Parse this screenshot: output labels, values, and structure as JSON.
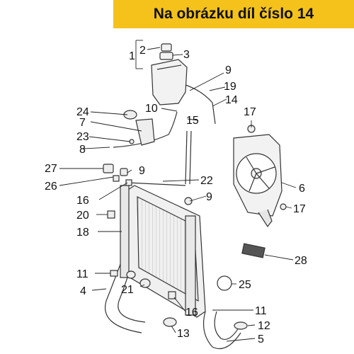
{
  "banner": {
    "text": "Na obrázku díl číslo 14"
  },
  "callouts": [
    {
      "id": "c1",
      "label": "1"
    },
    {
      "id": "c2",
      "label": "2"
    },
    {
      "id": "c3",
      "label": "3"
    },
    {
      "id": "c9a",
      "label": "9"
    },
    {
      "id": "c19",
      "label": "19"
    },
    {
      "id": "c14",
      "label": "14"
    },
    {
      "id": "c10",
      "label": "10"
    },
    {
      "id": "c15",
      "label": "15"
    },
    {
      "id": "c24",
      "label": "24"
    },
    {
      "id": "c7",
      "label": "7"
    },
    {
      "id": "c23",
      "label": "23"
    },
    {
      "id": "c8",
      "label": "8"
    },
    {
      "id": "c17a",
      "label": "17"
    },
    {
      "id": "c27",
      "label": "27"
    },
    {
      "id": "c26",
      "label": "26"
    },
    {
      "id": "c9b",
      "label": "9"
    },
    {
      "id": "c22",
      "label": "22"
    },
    {
      "id": "c9c",
      "label": "9"
    },
    {
      "id": "c6",
      "label": "6"
    },
    {
      "id": "c16a",
      "label": "16"
    },
    {
      "id": "c20",
      "label": "20"
    },
    {
      "id": "c17b",
      "label": "17"
    },
    {
      "id": "c18",
      "label": "18"
    },
    {
      "id": "c28",
      "label": "28"
    },
    {
      "id": "c11a",
      "label": "11"
    },
    {
      "id": "c4",
      "label": "4"
    },
    {
      "id": "c21",
      "label": "21"
    },
    {
      "id": "c25",
      "label": "25"
    },
    {
      "id": "c16b",
      "label": "16"
    },
    {
      "id": "c11b",
      "label": "11"
    },
    {
      "id": "c13",
      "label": "13"
    },
    {
      "id": "c12",
      "label": "12"
    },
    {
      "id": "c5",
      "label": "5"
    }
  ]
}
